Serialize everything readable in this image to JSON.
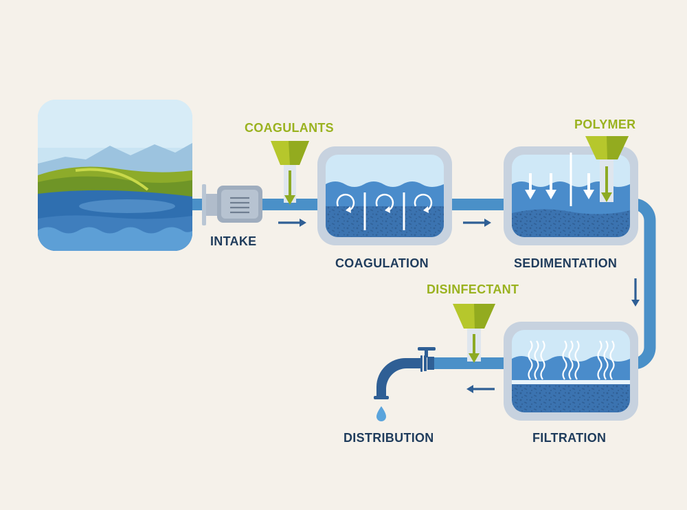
{
  "labels": {
    "intake": "INTAKE",
    "coagulation": "COAGULATION",
    "sedimentation": "SEDIMENTATION",
    "filtration": "FILTRATION",
    "distribution": "DISTRIBUTION"
  },
  "chemicals": {
    "coagulants": "COAGULANTS",
    "polymer": "POLYMER",
    "disinfectant": "DISINFECTANT"
  },
  "colors": {
    "background": "#f5f1ea",
    "stage_text": "#1f3c5c",
    "chemical_text": "#9ab21f",
    "pipe": "#4a90c8",
    "water_dark": "#3b73b0",
    "tank_frame": "#c7d2df"
  }
}
